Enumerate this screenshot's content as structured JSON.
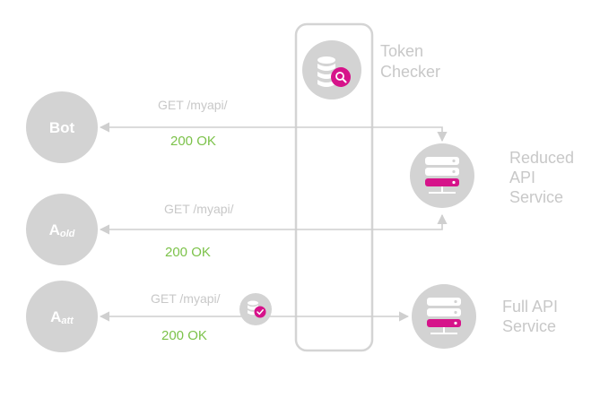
{
  "colors": {
    "node_gray": "#d3d3d3",
    "line_gray": "#cfcfcf",
    "text_gray": "#c8c8c8",
    "ok_green": "#7cc24a",
    "accent_magenta": "#d6138a"
  },
  "token_checker": {
    "label_line1": "Token",
    "label_line2": "Checker",
    "icon": "database-search-icon"
  },
  "clients": {
    "bot": {
      "label": "Bot"
    },
    "old": {
      "label_main": "A",
      "label_sub": "old"
    },
    "att": {
      "label_main": "A",
      "label_sub": "att"
    }
  },
  "services": {
    "reduced": {
      "line1": "Reduced",
      "line2": "API",
      "line3": "Service",
      "icon": "server-icon"
    },
    "full": {
      "line1": "Full API",
      "line2": "Service",
      "icon": "server-icon"
    }
  },
  "flows": {
    "bot": {
      "request": "GET /myapi/",
      "response": "200 OK"
    },
    "old": {
      "request": "GET /myapi/",
      "response": "200 OK"
    },
    "att": {
      "request": "GET /myapi/",
      "response": "200 OK",
      "badge_icon": "database-check-icon"
    }
  }
}
